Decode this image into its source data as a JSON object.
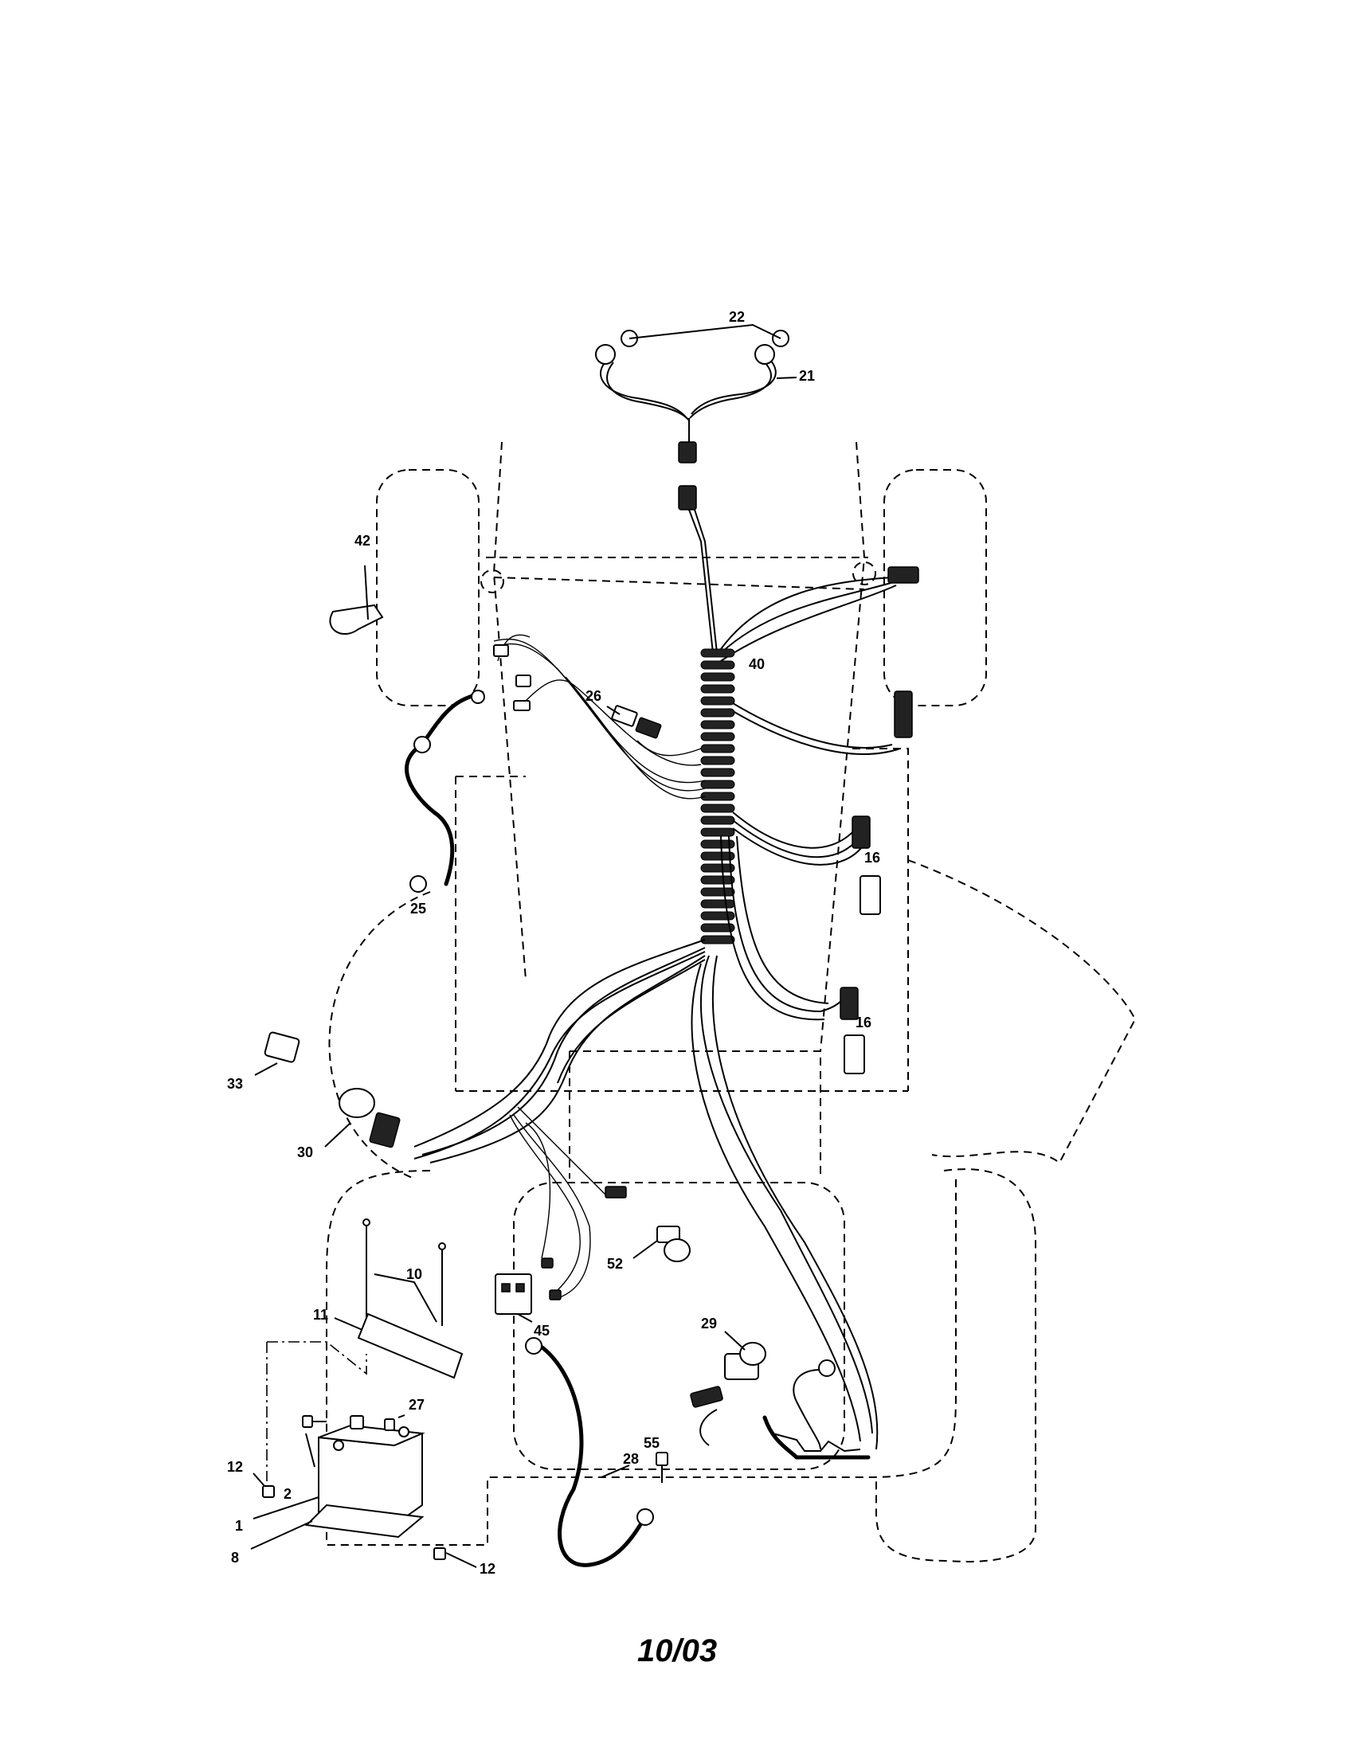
{
  "callouts": [
    {
      "id": "c22",
      "label": "22"
    },
    {
      "id": "c21",
      "label": "21"
    },
    {
      "id": "c42",
      "label": "42"
    },
    {
      "id": "c40",
      "label": "40"
    },
    {
      "id": "c26",
      "label": "26"
    },
    {
      "id": "c16a",
      "label": "16"
    },
    {
      "id": "c25",
      "label": "25"
    },
    {
      "id": "c16b",
      "label": "16"
    },
    {
      "id": "c33",
      "label": "33"
    },
    {
      "id": "c30",
      "label": "30"
    },
    {
      "id": "c10",
      "label": "10"
    },
    {
      "id": "c11",
      "label": "11"
    },
    {
      "id": "c52",
      "label": "52"
    },
    {
      "id": "c45",
      "label": "45"
    },
    {
      "id": "c29",
      "label": "29"
    },
    {
      "id": "c27",
      "label": "27"
    },
    {
      "id": "c55",
      "label": "55"
    },
    {
      "id": "c28",
      "label": "28"
    },
    {
      "id": "c12a",
      "label": "12"
    },
    {
      "id": "c2",
      "label": "2"
    },
    {
      "id": "c1",
      "label": "1"
    },
    {
      "id": "c8",
      "label": "8"
    },
    {
      "id": "c12b",
      "label": "12"
    }
  ],
  "footer": {
    "date": "10/03"
  }
}
